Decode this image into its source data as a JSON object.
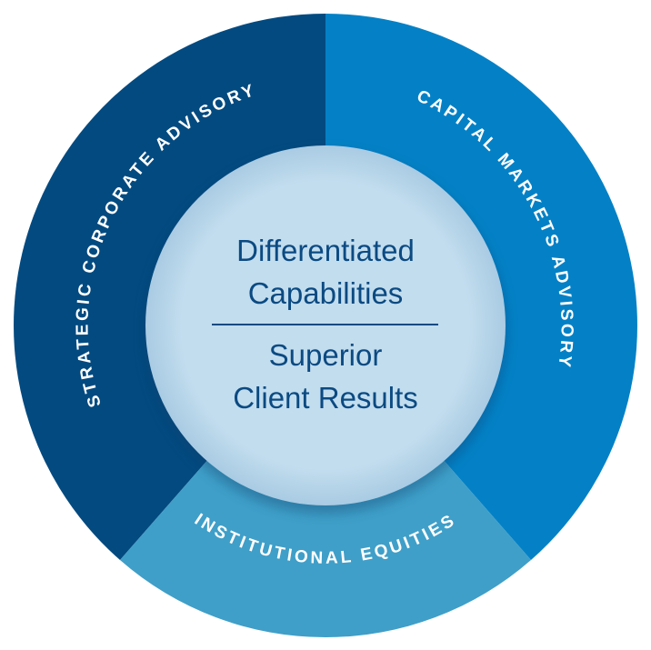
{
  "diagram": {
    "segments": [
      {
        "label": "STRATEGIC CORPORATE ADVISORY",
        "color": "#034a80"
      },
      {
        "label": "CAPITAL MARKETS ADVISORY",
        "color": "#0481c6"
      },
      {
        "label": "INSTITUTIONAL EQUITIES",
        "color": "#3f9fc8"
      }
    ],
    "center": {
      "top_line1": "Differentiated",
      "top_line2": "Capabilities",
      "bottom_line1": "Superior",
      "bottom_line2": "Client Results",
      "fill": "#c2ddee",
      "text_color": "#0b4a82"
    }
  }
}
